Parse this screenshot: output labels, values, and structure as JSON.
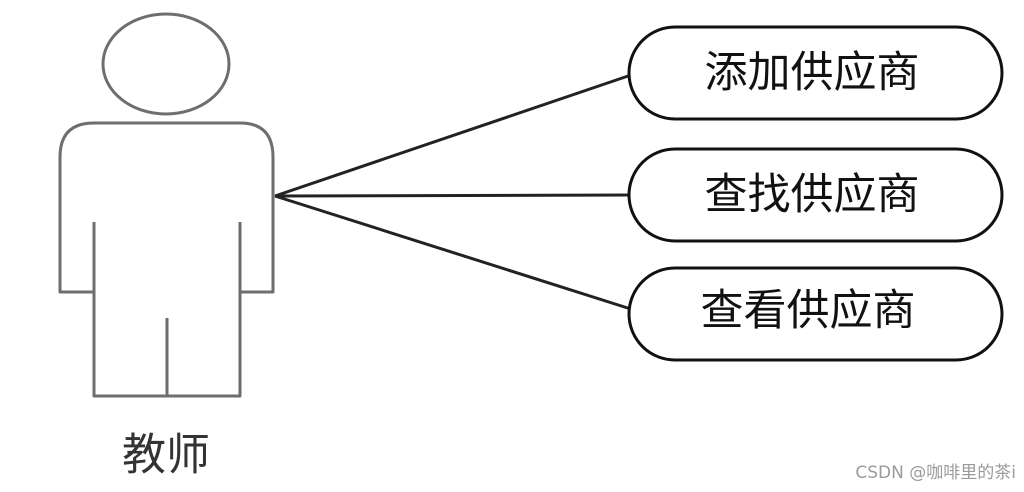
{
  "actor": {
    "label": "教师"
  },
  "use_cases": [
    {
      "label": "添加供应商"
    },
    {
      "label": "查找供应商"
    },
    {
      "label": "查看供应商"
    }
  ],
  "watermark": "CSDN @咖啡里的茶i"
}
